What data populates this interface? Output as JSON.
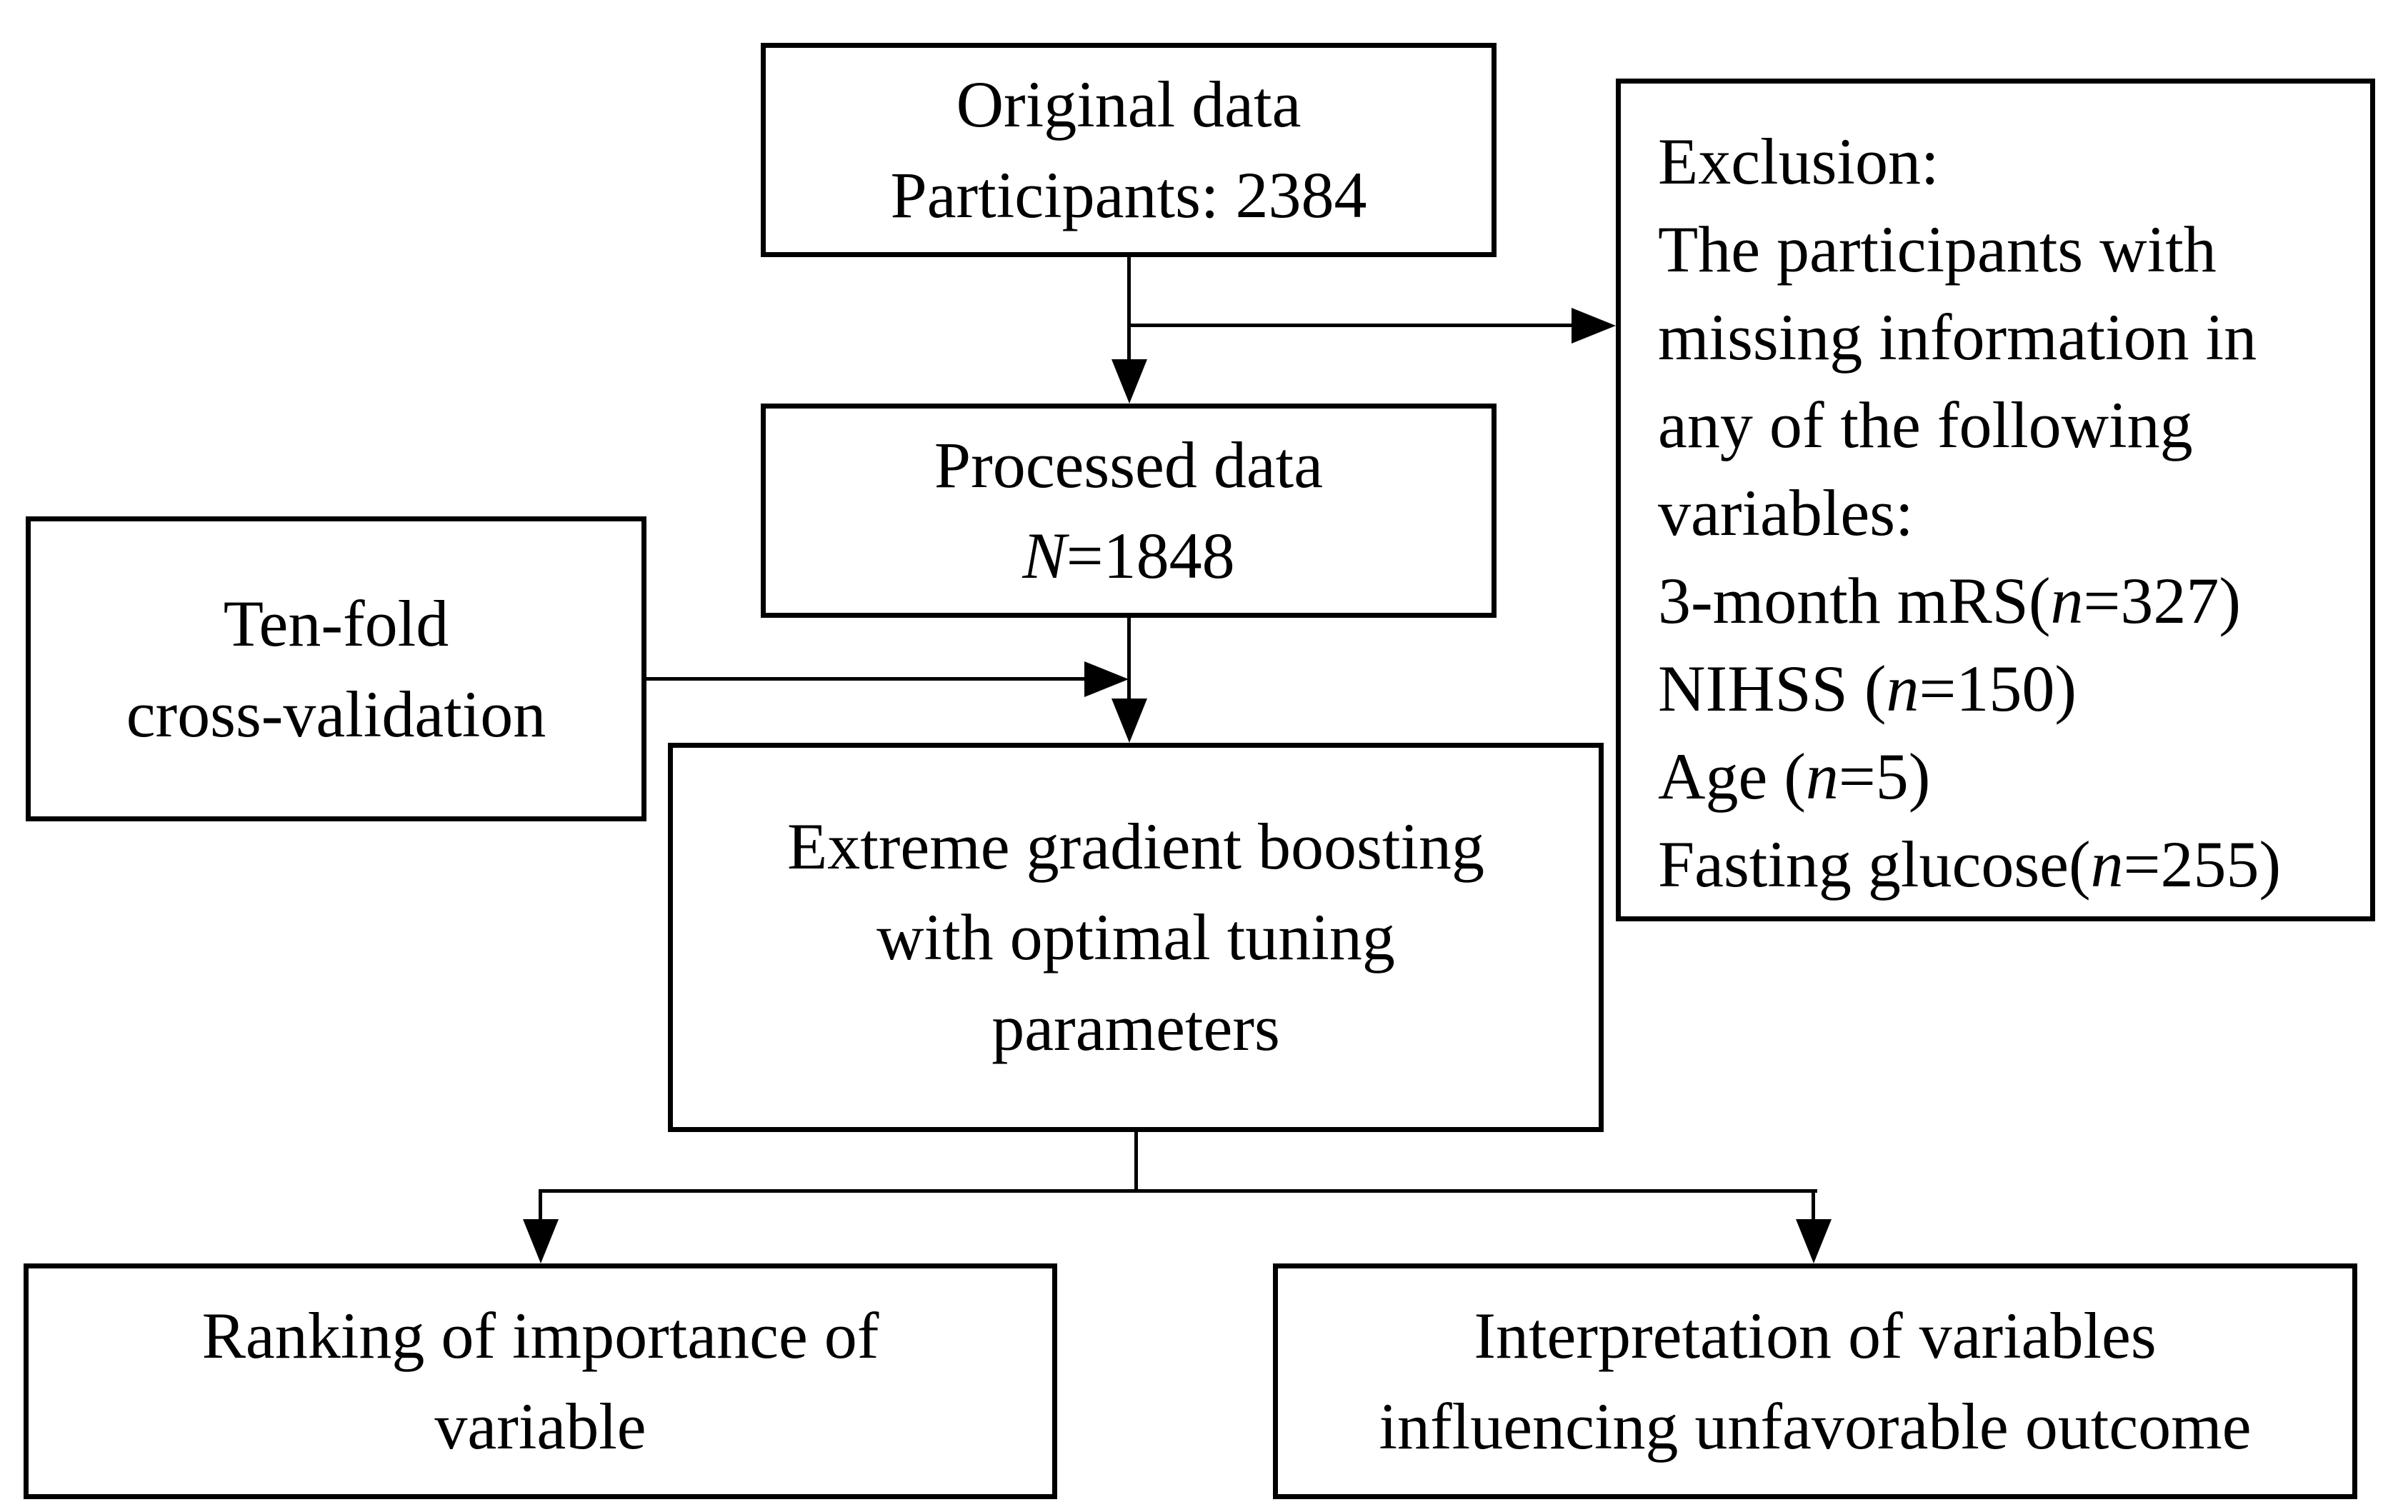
{
  "figure": {
    "type": "flowchart",
    "background_color": "#ffffff",
    "line_color": "#000000",
    "text_color": "#000000"
  },
  "boxes": {
    "original_data": {
      "lines": [
        [
          {
            "t": "Original data"
          }
        ],
        [
          {
            "t": "Participants: 2384"
          }
        ]
      ]
    },
    "exclusion": {
      "lines": [
        [
          {
            "t": "Exclusion:"
          }
        ],
        [
          {
            "t": "The participants with"
          }
        ],
        [
          {
            "t": "missing information in"
          }
        ],
        [
          {
            "t": "any of the following"
          }
        ],
        [
          {
            "t": "variables:"
          }
        ],
        [
          {
            "t": "3-month mRS("
          },
          {
            "t": "n",
            "i": true
          },
          {
            "t": "=327)"
          }
        ],
        [
          {
            "t": "NIHSS ("
          },
          {
            "t": "n",
            "i": true
          },
          {
            "t": "=150)"
          }
        ],
        [
          {
            "t": "Age ("
          },
          {
            "t": "n",
            "i": true
          },
          {
            "t": "=5)"
          }
        ],
        [
          {
            "t": "Fasting glucose("
          },
          {
            "t": "n",
            "i": true
          },
          {
            "t": "=255)"
          }
        ]
      ]
    },
    "processed_data": {
      "lines": [
        [
          {
            "t": "Processed data"
          }
        ],
        [
          {
            "t": "N",
            "i": true
          },
          {
            "t": "=1848"
          }
        ]
      ]
    },
    "ten_fold": {
      "lines": [
        [
          {
            "t": "Ten-fold"
          }
        ],
        [
          {
            "t": "cross-validation"
          }
        ]
      ]
    },
    "xgboost": {
      "lines": [
        [
          {
            "t": "Extreme gradient boosting"
          }
        ],
        [
          {
            "t": "with optimal tuning"
          }
        ],
        [
          {
            "t": "parameters"
          }
        ]
      ]
    },
    "ranking": {
      "lines": [
        [
          {
            "t": "Ranking of importance of"
          }
        ],
        [
          {
            "t": "variable"
          }
        ]
      ]
    },
    "interpretation": {
      "lines": [
        [
          {
            "t": "Interpretation of variables"
          }
        ],
        [
          {
            "t": "influencing unfavorable outcome"
          }
        ]
      ]
    }
  }
}
